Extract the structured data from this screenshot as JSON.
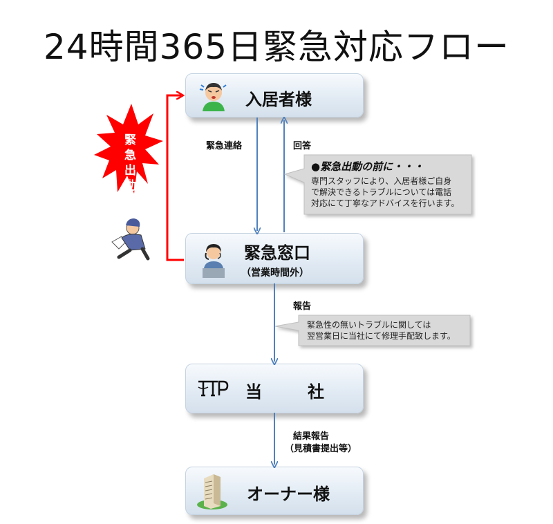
{
  "title": "24時間365日緊急対応フロー",
  "nodes": {
    "resident": {
      "label": "入居者様"
    },
    "emergency": {
      "label": "緊急窓口",
      "sub": "（営業時間外）"
    },
    "company": {
      "label_a": "当",
      "label_b": "社"
    },
    "owner": {
      "label": "オーナー様"
    }
  },
  "edges": {
    "contact": "緊急連絡",
    "answer": "回答",
    "report": "報告",
    "result": "結果報告",
    "result_sub": "（見積書提出等）"
  },
  "burst": {
    "chars": [
      "緊",
      "急",
      "出",
      "動"
    ]
  },
  "notes": {
    "first": {
      "heading": "●緊急出動の前に・・・",
      "lines": [
        "専門スタッフにより、入居者様ご自身",
        "で解決できるトラブルについては電話",
        "対応にて丁寧なアドバイスを行います。"
      ]
    },
    "second": {
      "lines": [
        "緊急性の無いトラブルに関しては",
        "翌営業日に当社にて修理手配致します。"
      ]
    }
  },
  "colors": {
    "arrow": "#4f81bd",
    "emergency": "#ff0000",
    "box": "#dce6f1",
    "note": "#d9d9d9"
  }
}
